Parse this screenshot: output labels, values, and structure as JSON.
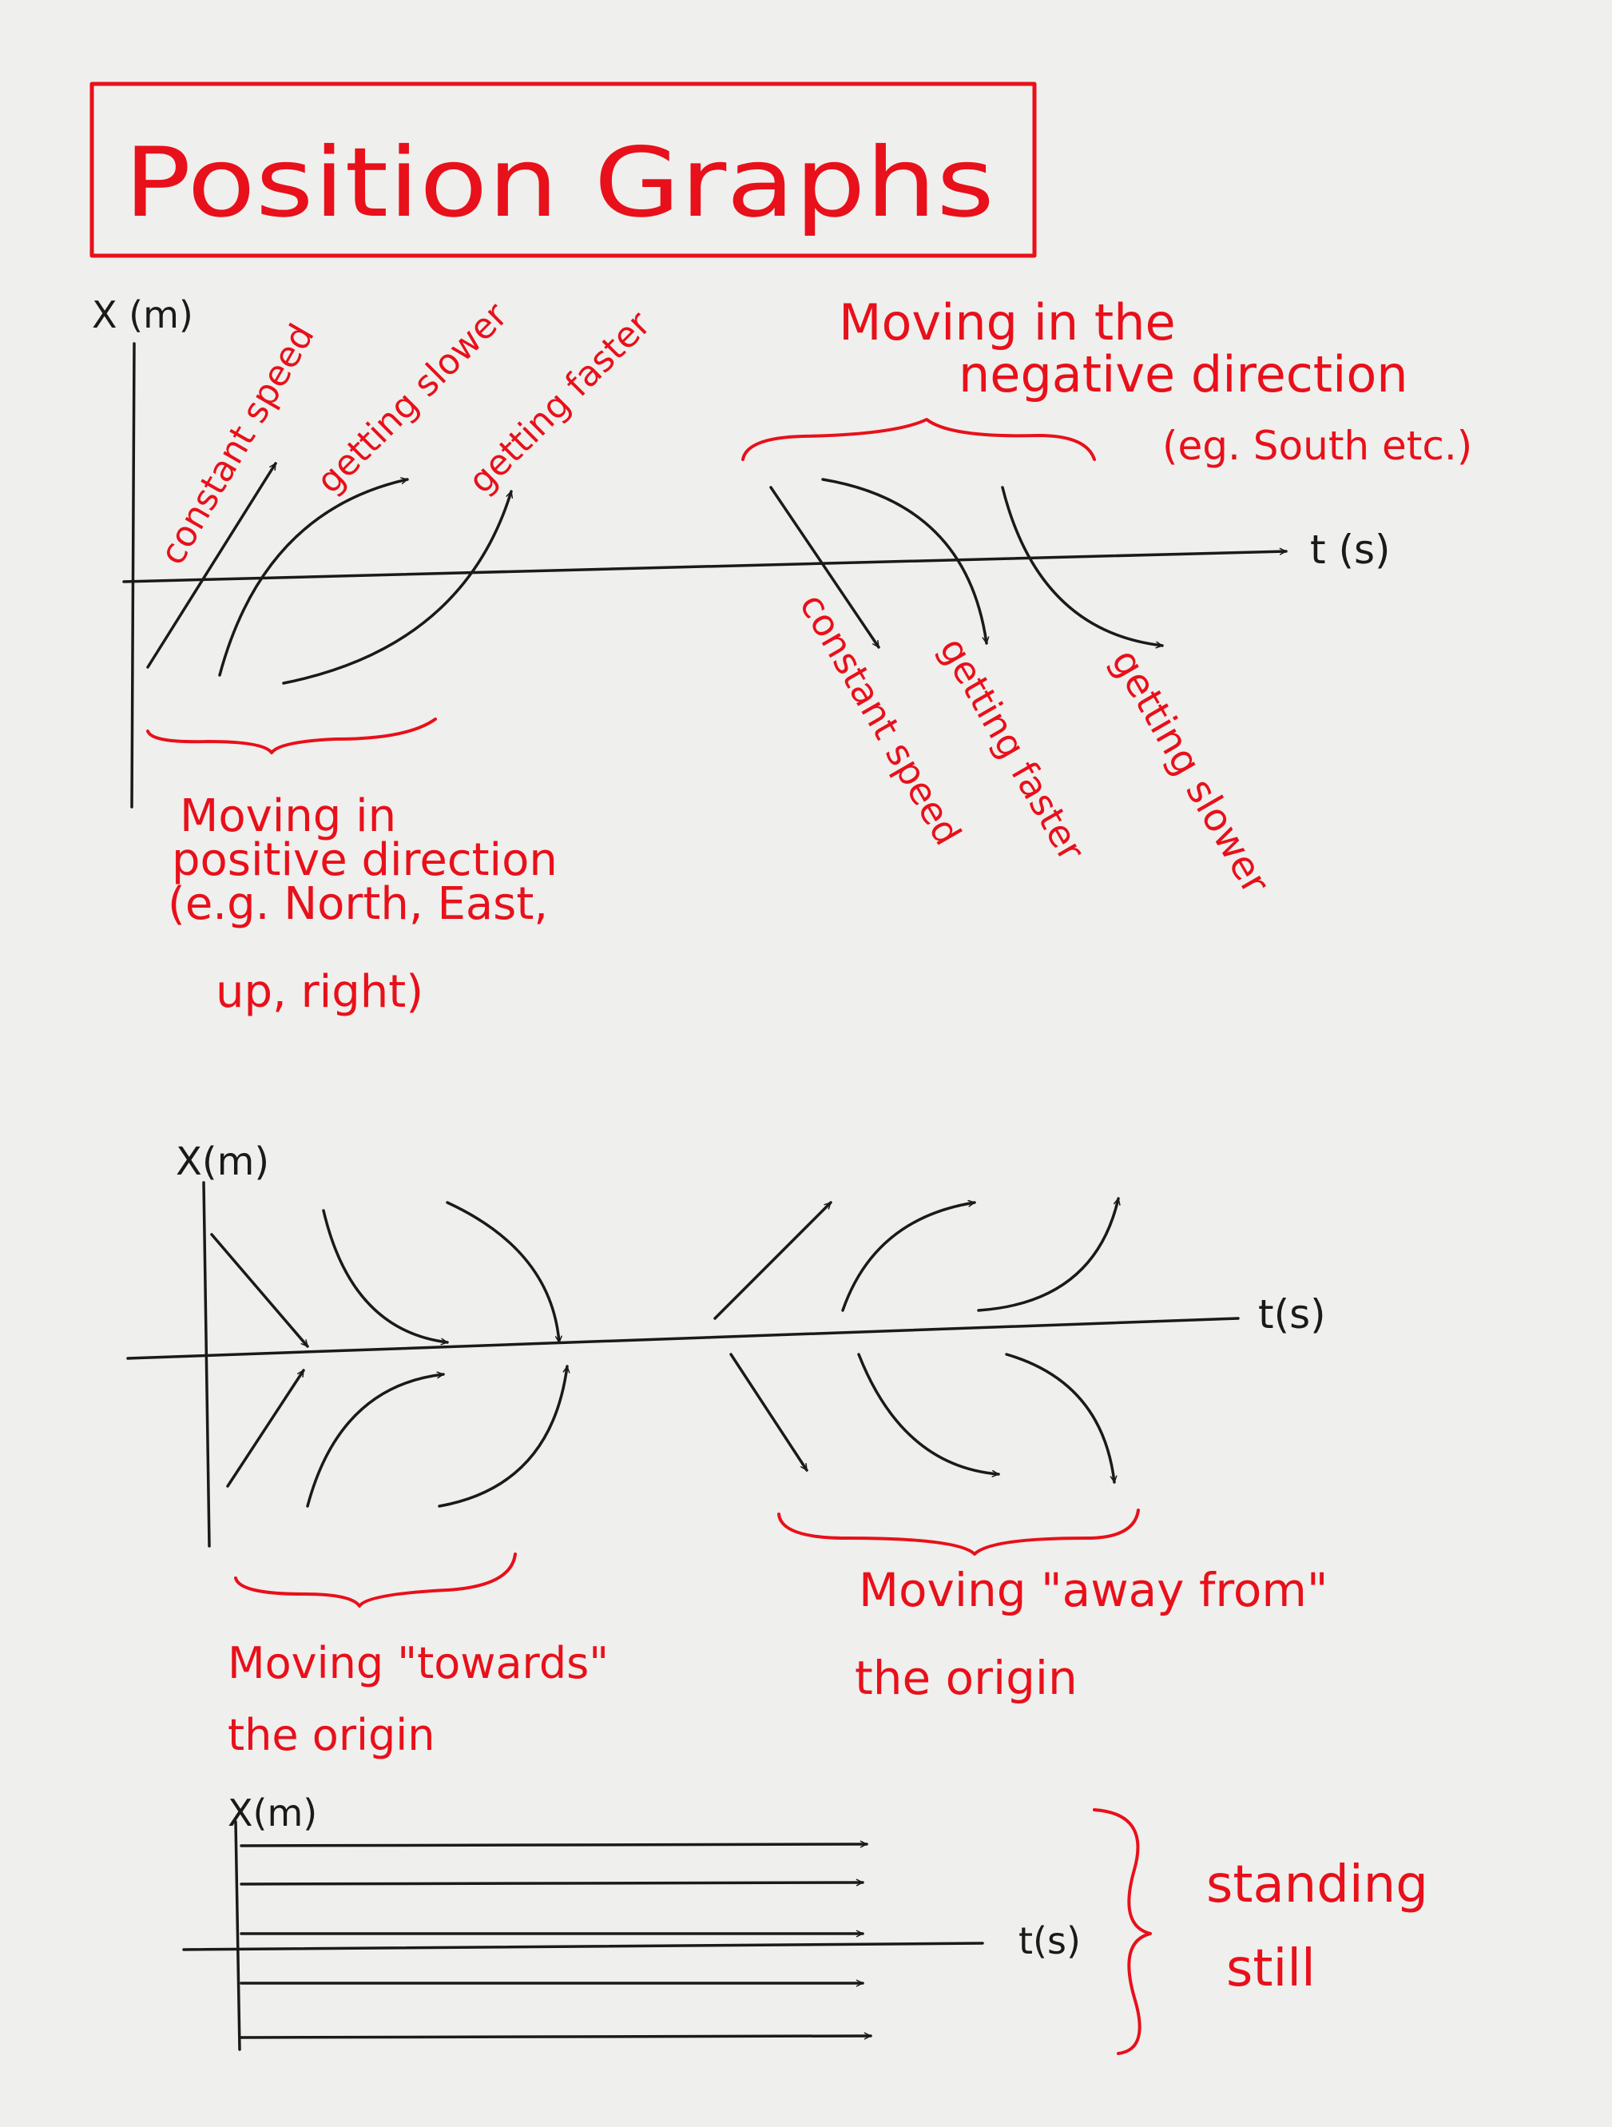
{
  "title": "Position Graphs",
  "colors": {
    "paper": "#efefed",
    "ink": "#1a1a1a",
    "marker": "#e8101a"
  },
  "graph1": {
    "y_axis": "X (m)",
    "x_axis": "t (s)",
    "positive": {
      "curves": [
        "constant speed",
        "getting slower",
        "getting faster"
      ],
      "caption": [
        "Moving in",
        "positive direction",
        "(e.g. North, East,",
        "up, right)"
      ]
    },
    "negative": {
      "heading": [
        "Moving in the",
        "negative direction",
        "(eg. South etc.)"
      ],
      "curves": [
        "constant speed",
        "getting faster",
        "getting slower"
      ]
    }
  },
  "graph2": {
    "y_axis": "X(m)",
    "x_axis": "t(s)",
    "towards": [
      "Moving \"towards\"",
      "the origin"
    ],
    "away": [
      "Moving \"away from\"",
      "the origin"
    ]
  },
  "graph3": {
    "y_axis": "X(m)",
    "x_axis": "t(s)",
    "label": [
      "standing",
      "still"
    ]
  }
}
